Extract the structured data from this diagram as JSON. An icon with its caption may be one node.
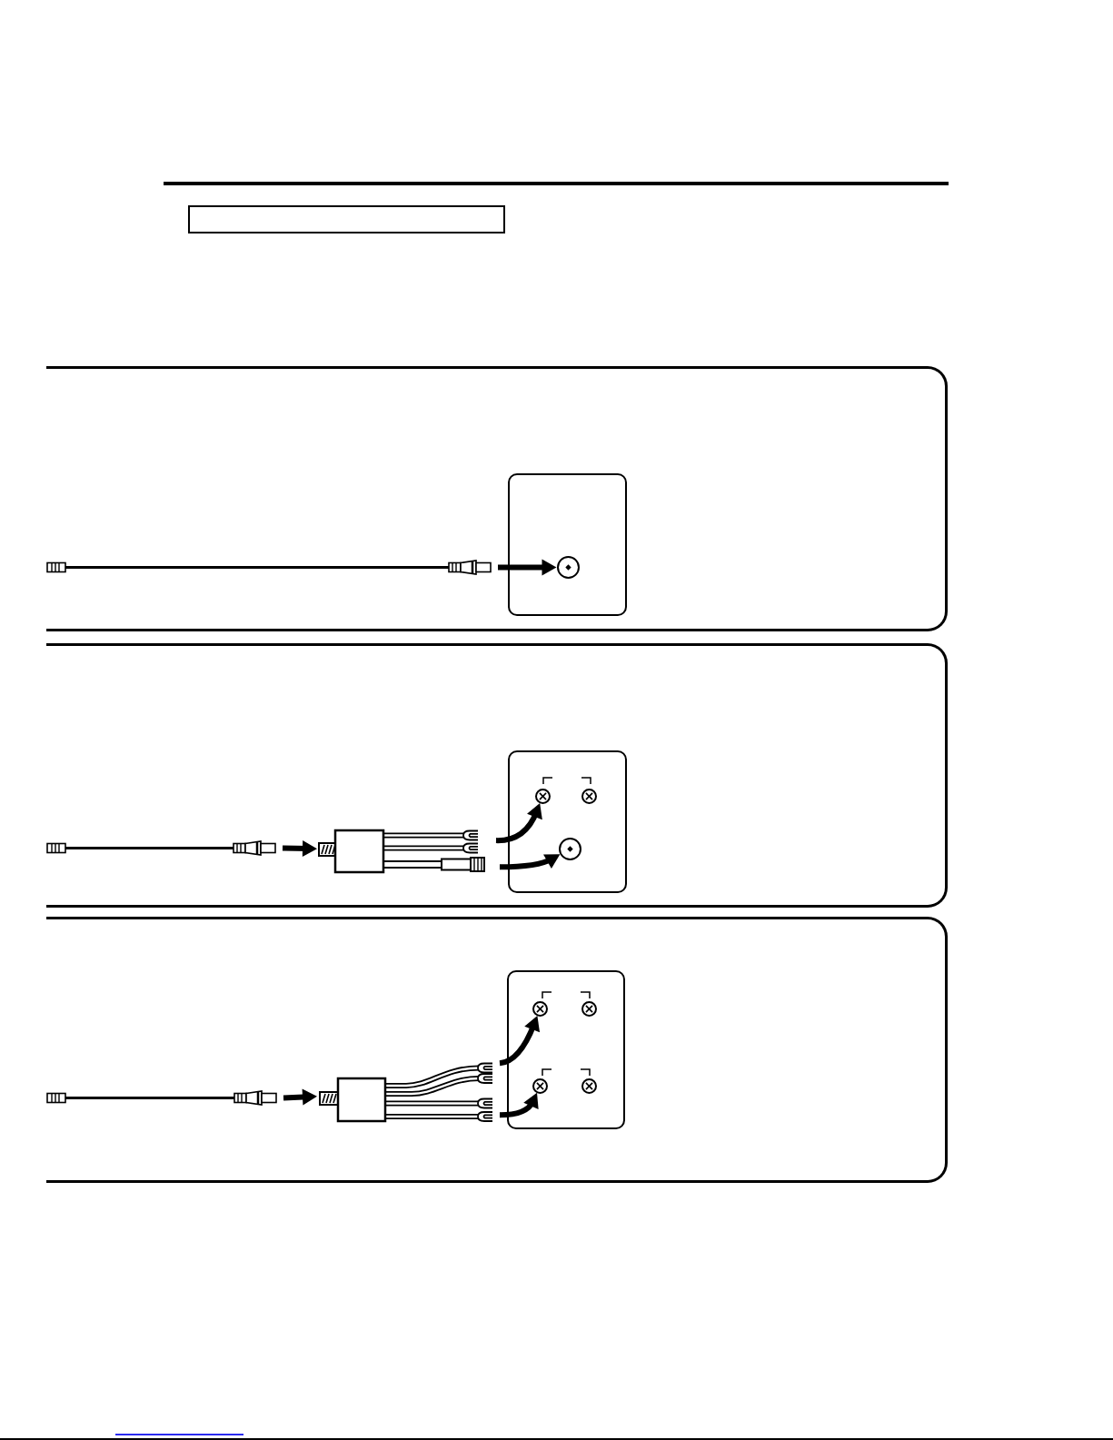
{
  "diagram": {
    "nodes": [
      {
        "text": [],
        "shape": "box"
      },
      {
        "text": [],
        "shape": "picture",
        "in": 0
      },
      {
        "text": [],
        "shape": "box",
        "in": 0
      },
      {
        "text": [],
        "shape": "circle",
        "in": 2
      },
      {
        "text": [],
        "shape": "box"
      },
      {
        "text": [],
        "shape": "picture",
        "in": 4
      },
      {
        "text": [],
        "shape": "picture",
        "in": 4
      },
      {
        "text": [],
        "shape": "box",
        "in": 4
      },
      {
        "text": [],
        "shape": "circle",
        "in": 7
      },
      {
        "text": [],
        "shape": "circle",
        "in": 7
      },
      {
        "text": [],
        "shape": "circle",
        "in": 7
      },
      {
        "text": [],
        "shape": "box"
      },
      {
        "text": [],
        "shape": "picture",
        "in": 11
      },
      {
        "text": [],
        "shape": "picture",
        "in": 11
      },
      {
        "text": [],
        "shape": "box",
        "in": 11
      },
      {
        "text": [],
        "shape": "circle",
        "in": 14
      },
      {
        "text": [],
        "shape": "circle",
        "in": 14
      },
      {
        "text": [],
        "shape": "circle",
        "in": 14
      },
      {
        "text": [],
        "shape": "circle",
        "in": 14
      }
    ],
    "edges": [
      {
        "from": 1,
        "to": 3,
        "arrow": "to"
      },
      {
        "from": 5,
        "to": 6,
        "arrow": "to"
      },
      {
        "from": 6,
        "to": 8,
        "arrow": "to"
      },
      {
        "from": 6,
        "to": 10,
        "arrow": "to"
      },
      {
        "from": 12,
        "to": 13,
        "arrow": "to"
      },
      {
        "from": 13,
        "to": 15,
        "arrow": "to"
      },
      {
        "from": 13,
        "to": 17,
        "arrow": "to"
      }
    ]
  }
}
